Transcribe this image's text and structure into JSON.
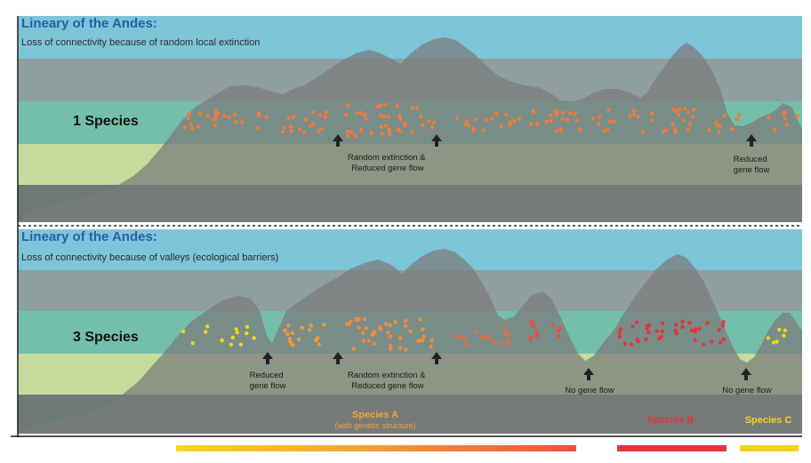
{
  "colors": {
    "sky": "#7dc5d9",
    "band_grey": "#8f9f9f",
    "band_teal": "#74bfaa",
    "band_lightgreen": "#c6dc9d",
    "band_dark": "#6d7a78",
    "mountain": "#7a7a7a",
    "dot_orange": "#f07a3c",
    "dot_red": "#e5333d",
    "dot_yellow": "#f3d21d",
    "title_blue": "#2a5ea8"
  },
  "panels": [
    {
      "title": "Lineary of the Andes:",
      "subtitle": "Loss of connectivity because of random local extinction",
      "species_label": "1 Species",
      "annotations": [
        {
          "lines": [
            "Random extinction &",
            "Reduced gene flow"
          ]
        },
        {
          "lines": [
            "Reduced",
            "gene flow"
          ]
        }
      ]
    },
    {
      "title": "Lineary of the Andes:",
      "subtitle": "Loss of connectivity because of valleys (ecological barriers)",
      "species_label": "3 Species",
      "annotations": [
        {
          "lines": [
            "Reduced",
            "gene flow"
          ]
        },
        {
          "lines": [
            "Random extinction &",
            "Reduced gene flow"
          ]
        },
        {
          "lines": [
            "No gene flow"
          ]
        },
        {
          "lines": [
            "No gene flow"
          ]
        }
      ]
    }
  ],
  "legend": [
    {
      "name": "Species A",
      "sub": "(with genetic structure)",
      "color": "#f2a23a"
    },
    {
      "name": "Species B",
      "color": "#e5333d"
    },
    {
      "name": "Species C",
      "color": "#f3d21d"
    }
  ]
}
